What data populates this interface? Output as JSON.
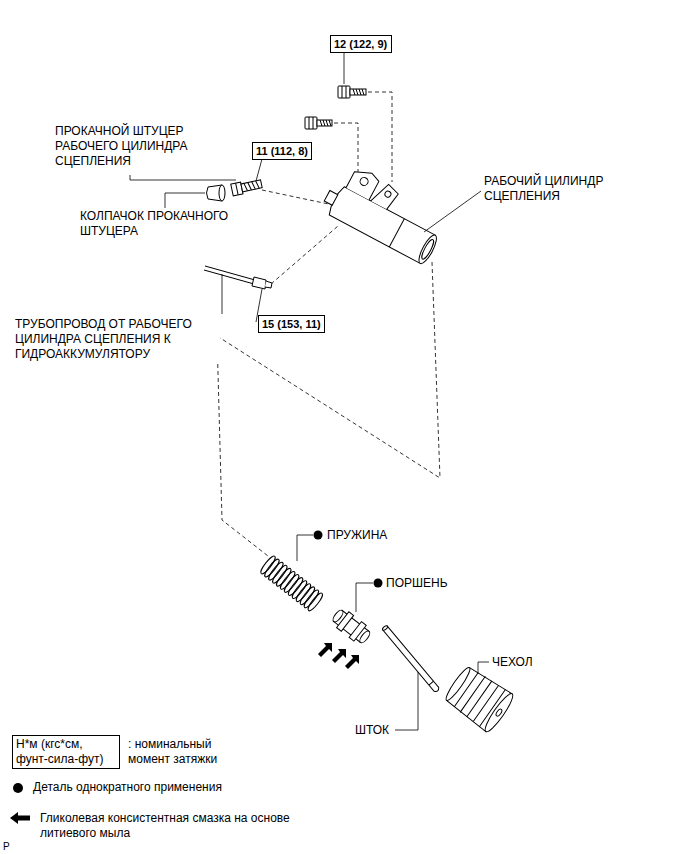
{
  "diagram": {
    "nodes": [
      {
        "text": [
          "12 (122, 9)"
        ]
      },
      {
        "text": [
          "11 (112, 8)"
        ]
      },
      {
        "text": [
          "15 (153, 11)"
        ]
      },
      {
        "text": [
          "Н*м (кгс*см, фунт-сила-фут)"
        ]
      }
    ],
    "labels": [
      "ПРОКАЧНОЙ ШТУЦЕР РАБОЧЕГО ЦИЛИНДРА СЦЕПЛЕНИЯ",
      "РАБОЧИЙ ЦИЛИНДР СЦЕПЛЕНИЯ",
      "КОЛПАЧОК ПРОКАЧНОГО ШТУЦЕРА",
      "ТРУБОПРОВОД ОТ РАБОЧЕГО ЦИЛИНДРА СЦЕПЛЕНИЯ К ГИДРОАККУМУЛЯТОРУ",
      "ПРУЖИНА",
      "ПОРШЕНЬ",
      "ЧЕХОЛ",
      "ШТОК",
      "P"
    ],
    "legend": [
      {
        "text": ": номинальный момент затяжки"
      },
      {
        "text": "Деталь однократного применения"
      },
      {
        "text": "Гликолевая консистентная смазка на основе литиевого мыла"
      }
    ]
  }
}
